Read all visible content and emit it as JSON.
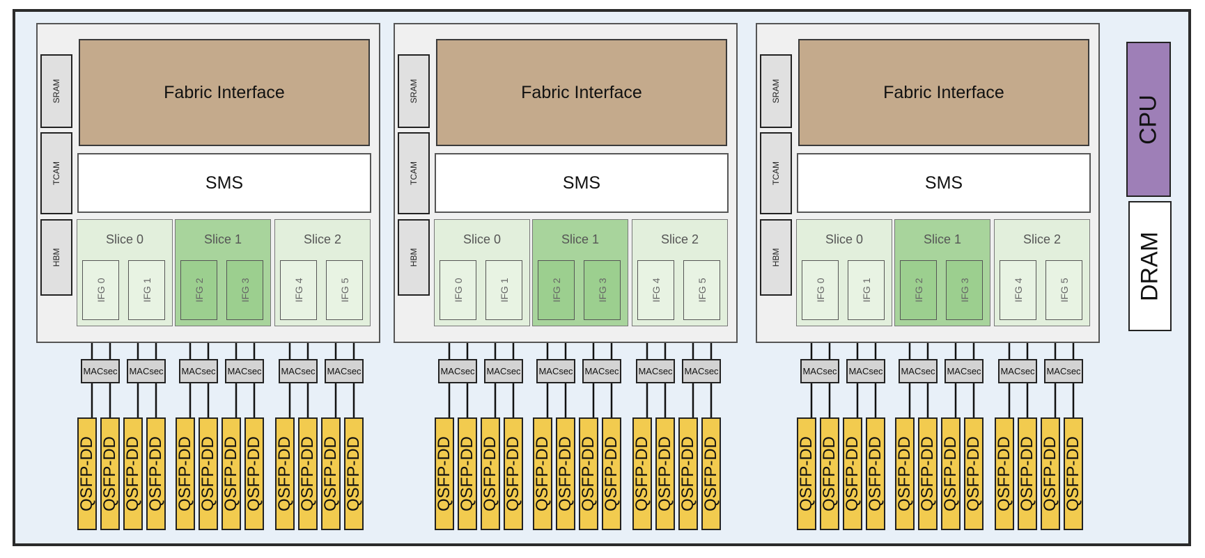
{
  "colors": {
    "board_bg": "#e8f0f8",
    "fabric": "#c4aa8c",
    "slice_light": "#e2efdc",
    "slice_dark": "#a8d49c",
    "qsfp": "#f2cb4f",
    "cpu": "#9e7fb7",
    "macsec": "#d3d3d3"
  },
  "asics": [
    {
      "memories": [
        "SRAM",
        "TCAM",
        "HBM"
      ],
      "fabric": "Fabric Interface",
      "sms": "SMS",
      "slices": [
        {
          "label": "Slice 0",
          "ifgs": [
            "IFG 0",
            "IFG 1"
          ]
        },
        {
          "label": "Slice 1",
          "ifgs": [
            "IFG 2",
            "IFG 3"
          ]
        },
        {
          "label": "Slice 2",
          "ifgs": [
            "IFG 4",
            "IFG 5"
          ]
        }
      ]
    },
    {
      "memories": [
        "SRAM",
        "TCAM",
        "HBM"
      ],
      "fabric": "Fabric Interface",
      "sms": "SMS",
      "slices": [
        {
          "label": "Slice 0",
          "ifgs": [
            "IFG 0",
            "IFG 1"
          ]
        },
        {
          "label": "Slice 1",
          "ifgs": [
            "IFG 2",
            "IFG 3"
          ]
        },
        {
          "label": "Slice 2",
          "ifgs": [
            "IFG 4",
            "IFG 5"
          ]
        }
      ]
    },
    {
      "memories": [
        "SRAM",
        "TCAM",
        "HBM"
      ],
      "fabric": "Fabric Interface",
      "sms": "SMS",
      "slices": [
        {
          "label": "Slice 0",
          "ifgs": [
            "IFG 0",
            "IFG 1"
          ]
        },
        {
          "label": "Slice 1",
          "ifgs": [
            "IFG 2",
            "IFG 3"
          ]
        },
        {
          "label": "Slice 2",
          "ifgs": [
            "IFG 4",
            "IFG 5"
          ]
        }
      ]
    }
  ],
  "macsec_label": "MACsec",
  "qsfp_label": "QSFP-DD",
  "cpu": "CPU",
  "dram": "DRAM"
}
